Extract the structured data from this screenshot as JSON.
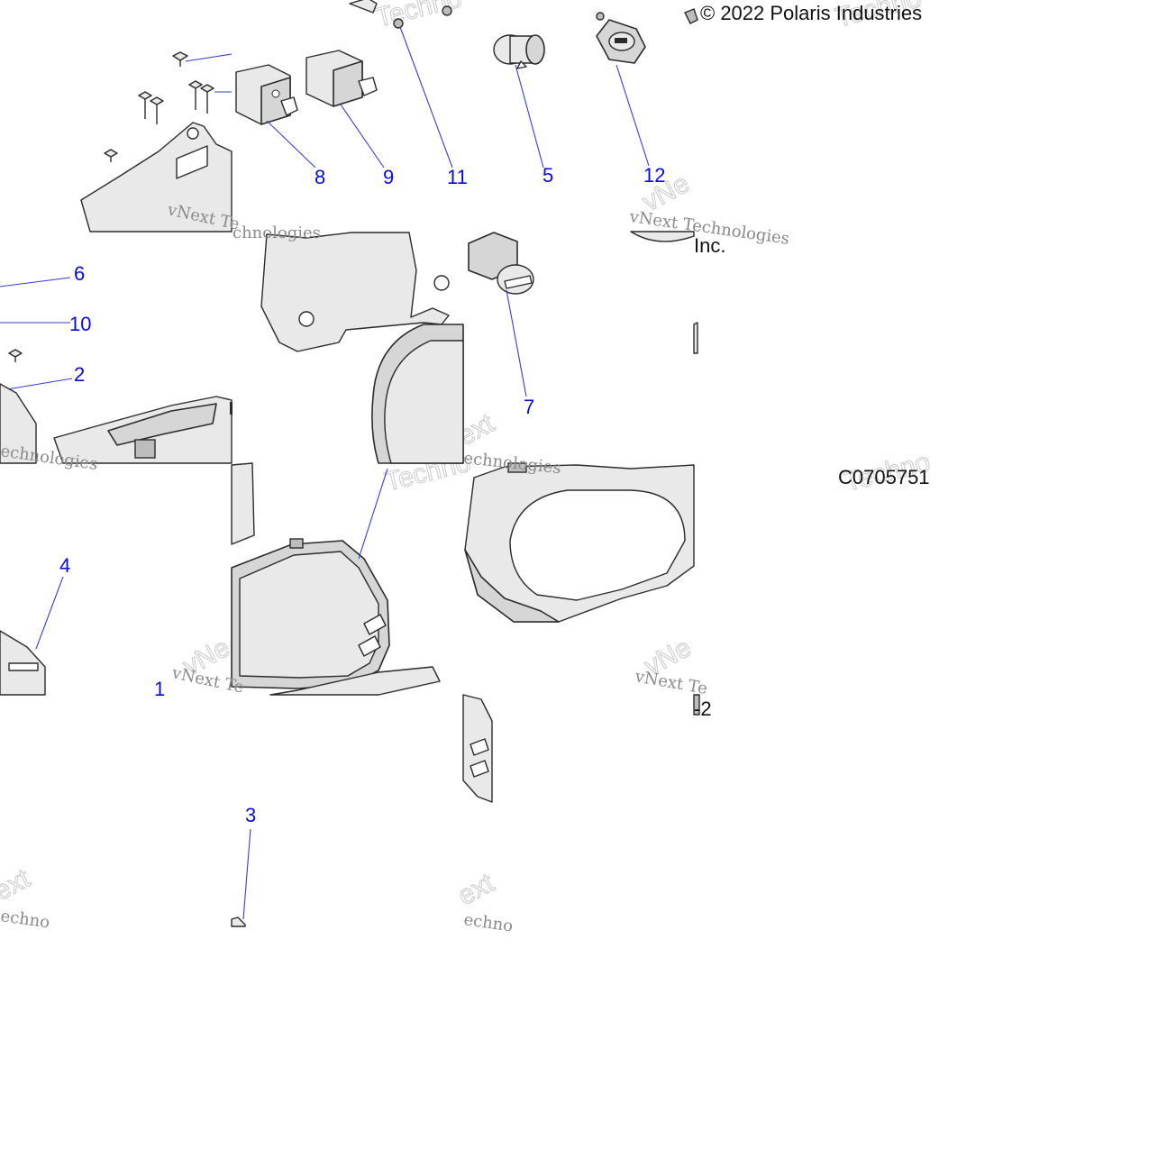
{
  "copyright": "© 2022 Polaris Industries",
  "copyright_fragment": "Inc.",
  "diagram_code": "C0705751",
  "page_fragment": "-2",
  "watermark": {
    "brand": "vNext Technologies",
    "brand_short": "vNext Te",
    "tech": "Technologies",
    "tech_fragment": "echnologies",
    "ext": "ext",
    "echno": "echno",
    "techno": "Techno",
    "ne": "vNe",
    "chnologies": "chnologies"
  },
  "callouts": [
    "1",
    "2",
    "3",
    "4",
    "5",
    "6",
    "7",
    "8",
    "9",
    "10",
    "11",
    "12"
  ]
}
